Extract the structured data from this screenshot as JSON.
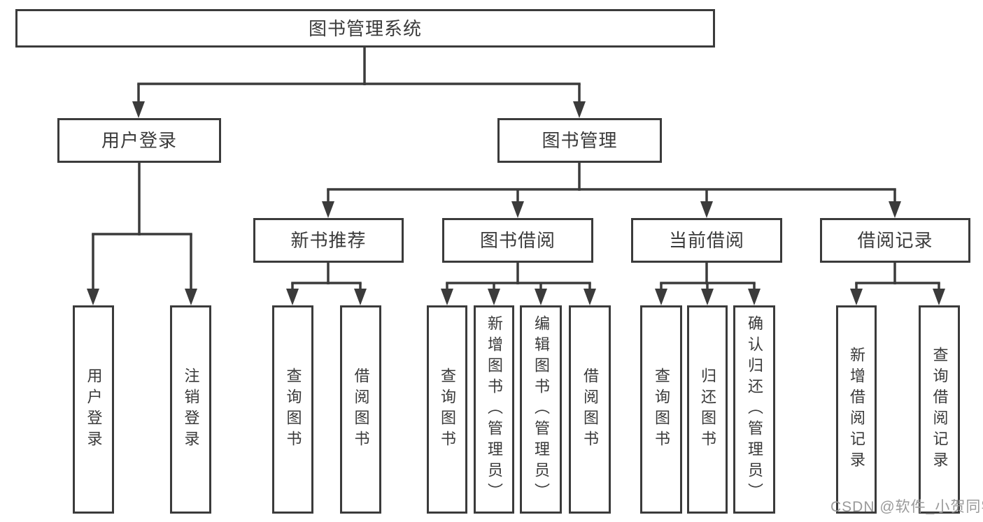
{
  "diagram_title": "图书管理系统",
  "tree": {
    "root": {
      "label": "图书管理系统"
    },
    "children": [
      {
        "label": "用户登录",
        "children": [
          {
            "label": "用户登录"
          },
          {
            "label": "注销登录"
          }
        ]
      },
      {
        "label": "图书管理",
        "children": [
          {
            "label": "新书推荐",
            "children": [
              {
                "label": "查询图书"
              },
              {
                "label": "借阅图书"
              }
            ]
          },
          {
            "label": "图书借阅",
            "children": [
              {
                "label": "查询图书"
              },
              {
                "label": "新增图书（管理员）"
              },
              {
                "label": "编辑图书（管理员）"
              },
              {
                "label": "借阅图书"
              }
            ]
          },
          {
            "label": "当前借阅",
            "children": [
              {
                "label": "查询图书"
              },
              {
                "label": "归还图书"
              },
              {
                "label": "确认归还（管理员）"
              }
            ]
          },
          {
            "label": "借阅记录",
            "children": [
              {
                "label": "新增借阅记录"
              },
              {
                "label": "查询借阅记录"
              }
            ]
          }
        ]
      }
    ]
  },
  "watermark": {
    "text": "CSDN @软件_小贺同学"
  },
  "colors": {
    "line": "#3b3b3b",
    "text": "#3a3a3a",
    "box_background": "#ffffff",
    "page_background": "#ffffff",
    "watermark": "#9a9a9a"
  }
}
